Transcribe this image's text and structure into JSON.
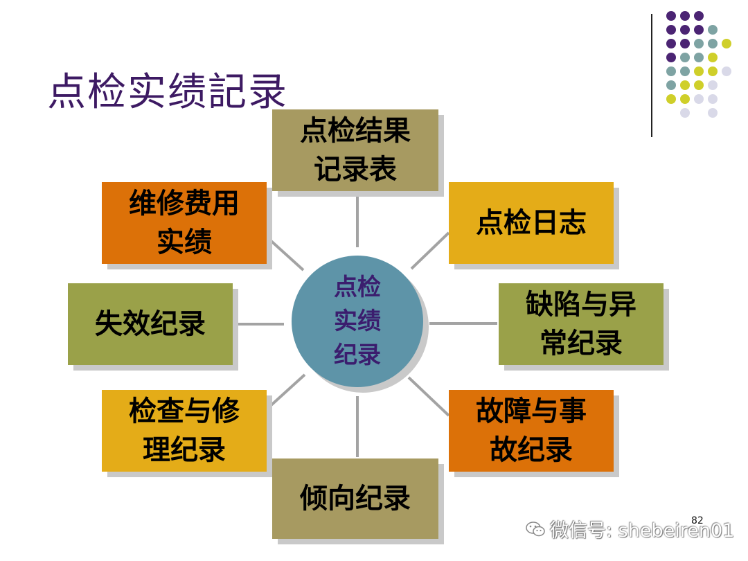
{
  "title": "点检实绩記录",
  "center": {
    "label": "点检\n实绩\n纪录",
    "color": "#5e94a8"
  },
  "nodes": [
    {
      "id": "top",
      "label": "点检结果\n记录表",
      "color": "#a79a61"
    },
    {
      "id": "top-right",
      "label": "点检日志",
      "color": "#e4ac18"
    },
    {
      "id": "right",
      "label": "缺陷与异\n常纪录",
      "color": "#9aa149"
    },
    {
      "id": "bottom-right",
      "label": "故障与事\n故纪录",
      "color": "#dc7108"
    },
    {
      "id": "bottom",
      "label": "倾向纪录",
      "color": "#a79a61"
    },
    {
      "id": "bottom-left",
      "label": "检查与修\n理纪录",
      "color": "#e4ac18"
    },
    {
      "id": "left",
      "label": "失效纪录",
      "color": "#9aa149"
    },
    {
      "id": "top-left",
      "label": "维修费用\n实绩",
      "color": "#dc7108"
    }
  ],
  "page_number": "82",
  "watermark": "微信号: shebeiren01",
  "colors": {
    "title": "#3d1a63",
    "connector": "#a3a3a3",
    "dot_purple": "#4b2473",
    "dot_teal": "#7ea3a3",
    "dot_yellow": "#cfcf2a",
    "dot_lavender": "#d9d9e8"
  }
}
